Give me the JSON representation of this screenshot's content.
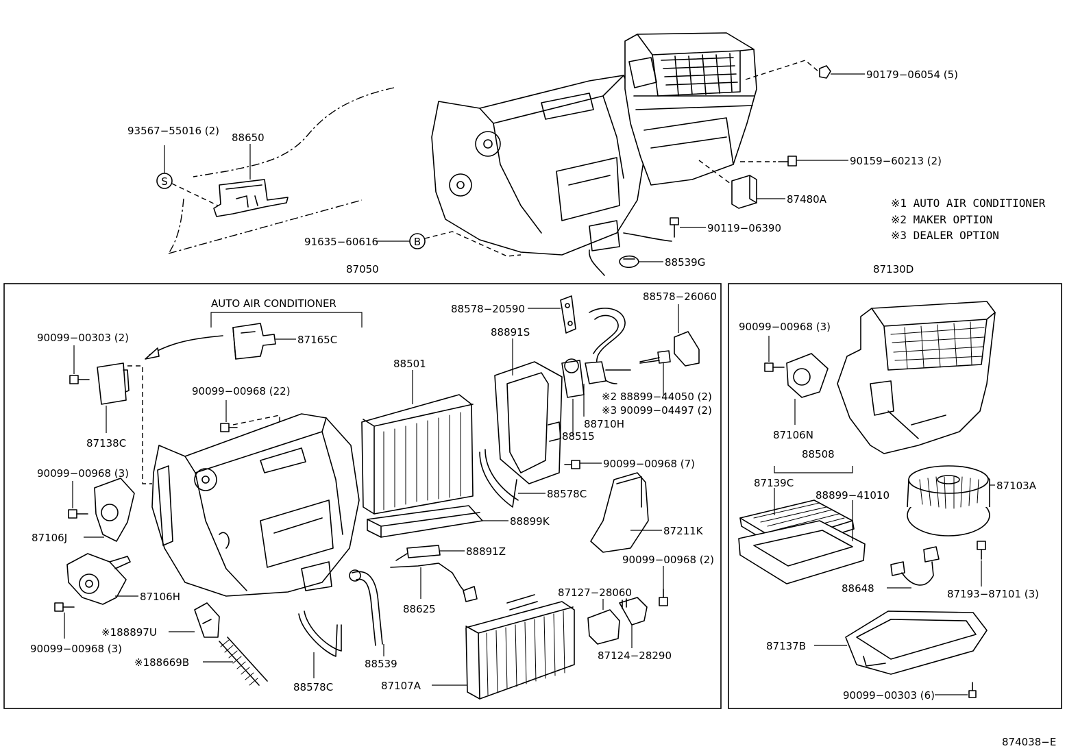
{
  "labels": {
    "p93567": "93567−55016 (2)",
    "p88650": "88650",
    "p91635": "91635−60616",
    "p90179": "90179−06054 (5)",
    "p90159": "90159−60213 (2)",
    "p87480A": "87480A",
    "p90119": "90119−06390",
    "p88539G": "88539G",
    "p87050": "87050",
    "p87130D": "87130D",
    "auto_ac": "AUTO AIR CONDITIONER",
    "p90099_00303_2": "90099−00303 (2)",
    "p87165C": "87165C",
    "p87138C": "87138C",
    "p90099_00968_22": "90099−00968 (22)",
    "p90099_00968_3a": "90099−00968 (3)",
    "p87106J": "87106J",
    "p87106H": "87106H",
    "p90099_00968_3b": "90099−00968 (3)",
    "p188897U": "※188897U",
    "p188669B": "※188669B",
    "p88578C_bot": "88578C",
    "p88539": "88539",
    "p88625": "88625",
    "p88891Z": "88891Z",
    "p88899K": "88899K",
    "p88501": "88501",
    "p88578_20590": "88578−20590",
    "p88891S": "88891S",
    "p88515": "88515",
    "p88710H": "88710H",
    "p88578_26060": "88578−26060",
    "p88899_44050": "※2 88899−44050 (2)",
    "p90099_04497": "※3 90099−04497 (2)",
    "p90099_00968_7": "90099−00968 (7)",
    "p88578C_mid": "88578C",
    "p87211K": "87211K",
    "p90099_00968_2": "90099−00968 (2)",
    "p87127": "87127−28060",
    "p87124": "87124−28290",
    "p87107A": "87107A",
    "p90099_00968_3c": "90099−00968 (3)",
    "p87106N": "87106N",
    "p88508": "88508",
    "p87139C": "87139C",
    "p88899_41010": "88899−41010",
    "p87103A": "87103A",
    "p88648": "88648",
    "p87193": "87193−87101 (3)",
    "p87137B": "87137B",
    "p90099_00303_6": "90099−00303 (6)",
    "diagram_code": "874038−E",
    "circle_s": "S",
    "circle_b": "B"
  },
  "legend": [
    "※1  AUTO AIR CONDITIONER",
    "※2  MAKER OPTION",
    "※3  DEALER OPTION"
  ]
}
